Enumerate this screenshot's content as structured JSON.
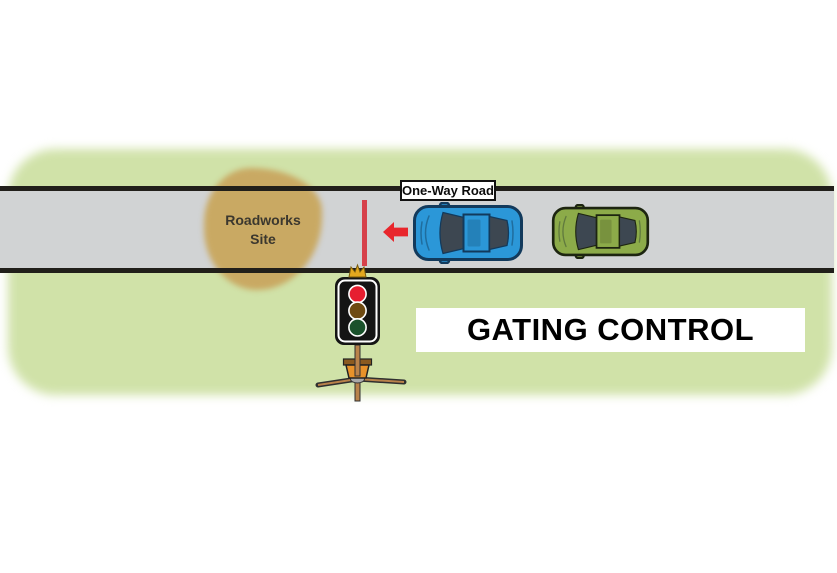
{
  "diagram": {
    "title": "GATING CONTROL",
    "road_label": "One-Way Road",
    "roadworks": {
      "line1": "Roadworks",
      "line2": "Site"
    },
    "signal": {
      "type": "portable-traffic-light-on-tripod",
      "active_light": "red",
      "lights": [
        "red",
        "amber",
        "green"
      ]
    },
    "gate": {
      "symbol": "red-stop-line",
      "arrow_direction": "left"
    },
    "vehicles": [
      {
        "name": "blue-car",
        "facing": "left"
      },
      {
        "name": "green-car",
        "facing": "left"
      }
    ]
  },
  "colors": {
    "background_green": "#d0e2a8",
    "road_surface": "#d1d3d4",
    "road_edge": "#211f1a",
    "roadworks_patch": "#c9a963",
    "roadworks_text": "#3b372e",
    "stop_line_red": "#d6404a",
    "arrow_red": "#e8262c",
    "car_blue_body": "#2b97d8",
    "car_blue_outline": "#123a5c",
    "car_green_body": "#8cab49",
    "car_green_outline": "#1d2510",
    "car_glass": "#3d4751",
    "signal_housing": "#141414",
    "signal_red_on": "#e61e30",
    "signal_amber_off": "#6e4a12",
    "signal_green_off": "#1a512b",
    "tripod_wood": "#b9824a",
    "bucket_orange": "#e8922a",
    "label_bg": "#ffffff",
    "label_border": "#111111",
    "title_text": "#000000"
  }
}
